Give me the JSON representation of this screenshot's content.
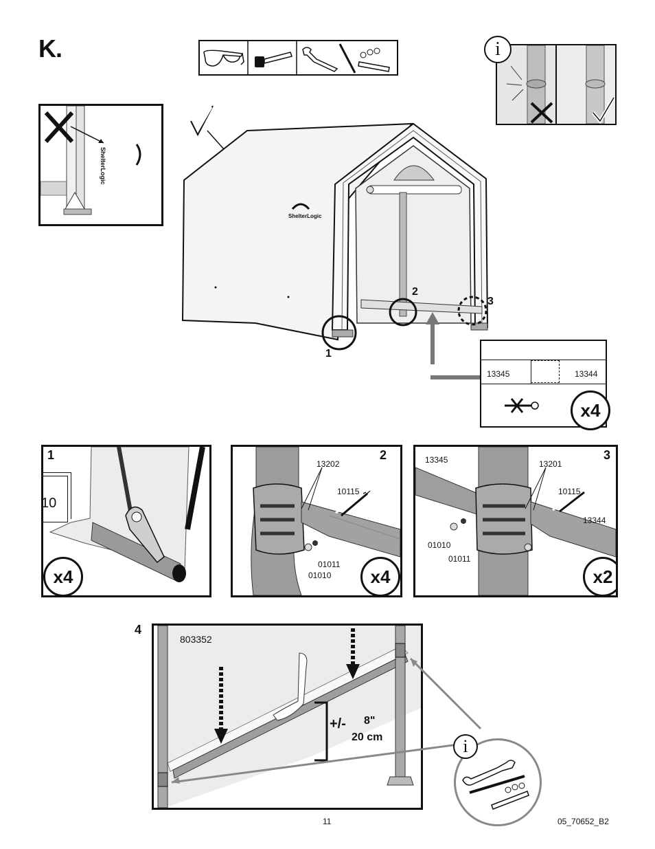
{
  "step": {
    "label": "K."
  },
  "tools": {
    "items": [
      {
        "name": "safety-glasses-icon"
      },
      {
        "name": "rubber-mallet-icon"
      },
      {
        "name": "wrench-or-socket-icon"
      }
    ]
  },
  "logo": {
    "text": "ShelterLogic"
  },
  "callouts": {
    "c1": "1",
    "c2": "2",
    "c3": "3"
  },
  "parts_table": {
    "left": "13345",
    "right": "13344",
    "qty": "x4"
  },
  "detail1": {
    "num": "1",
    "page_ref": "10",
    "qty": "x4"
  },
  "detail2": {
    "num": "2",
    "p_bracket": "13202",
    "p_bolt": "10115",
    "p_washer": "01011",
    "p_nut": "01010",
    "qty": "x4"
  },
  "detail3": {
    "num": "3",
    "p_pipe_left": "13345",
    "p_bracket": "13201",
    "p_bolt": "10115",
    "p_pipe_right": "13344",
    "p_nut": "01010",
    "p_washer": "01011",
    "qty": "x2"
  },
  "detail4": {
    "num": "4",
    "part": "803352",
    "tol_sign": "+/-",
    "tol_in": "8\"",
    "tol_cm": "20 cm"
  },
  "info": {
    "glyph": "i"
  },
  "footer": {
    "page": "11",
    "doc": "05_70652_B2"
  }
}
